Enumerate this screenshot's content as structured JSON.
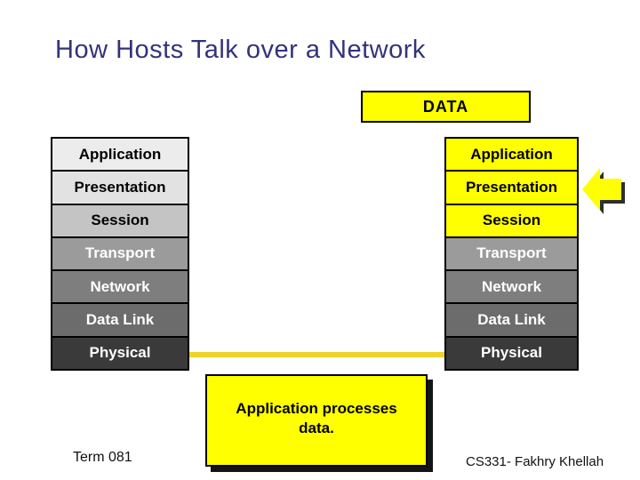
{
  "slide": {
    "title": "How Hosts Talk over a Network",
    "title_color": "#33337A"
  },
  "data_box": {
    "label": "DATA",
    "fill": "#FFFF00"
  },
  "left_stack": {
    "rows": [
      {
        "label": "Application",
        "bg": "#ECECEC",
        "fg": "#000000"
      },
      {
        "label": "Presentation",
        "bg": "#E2E2E2",
        "fg": "#000000"
      },
      {
        "label": "Session",
        "bg": "#C4C4C4",
        "fg": "#000000"
      },
      {
        "label": "Transport",
        "bg": "#9B9B9B",
        "fg": "#FFFFFF"
      },
      {
        "label": "Network",
        "bg": "#7E7E7E",
        "fg": "#FFFFFF"
      },
      {
        "label": "Data Link",
        "bg": "#6C6C6C",
        "fg": "#FFFFFF"
      },
      {
        "label": "Physical",
        "bg": "#3A3A3A",
        "fg": "#FFFFFF"
      }
    ]
  },
  "right_stack": {
    "rows": [
      {
        "label": "Application",
        "bg": "#FFFF00",
        "fg": "#000000"
      },
      {
        "label": "Presentation",
        "bg": "#FFFF00",
        "fg": "#000000"
      },
      {
        "label": "Session",
        "bg": "#FFFF00",
        "fg": "#000000"
      },
      {
        "label": "Transport",
        "bg": "#9B9B9B",
        "fg": "#FFFFFF"
      },
      {
        "label": "Network",
        "bg": "#7E7E7E",
        "fg": "#FFFFFF"
      },
      {
        "label": "Data Link",
        "bg": "#6C6C6C",
        "fg": "#FFFFFF"
      },
      {
        "label": "Physical",
        "bg": "#3A3A3A",
        "fg": "#FFFFFF"
      }
    ]
  },
  "connector": {
    "color": "#EFD329"
  },
  "arrow": {
    "fill": "#FFFF00",
    "shadow_color": "#2E2E2E",
    "outline": "#000000"
  },
  "callout": {
    "fill": "#FFFF00",
    "lines": [
      "Application processes",
      "data."
    ]
  },
  "footer": {
    "left": "Term 081",
    "right": "CS331- Fakhry Khellah"
  }
}
